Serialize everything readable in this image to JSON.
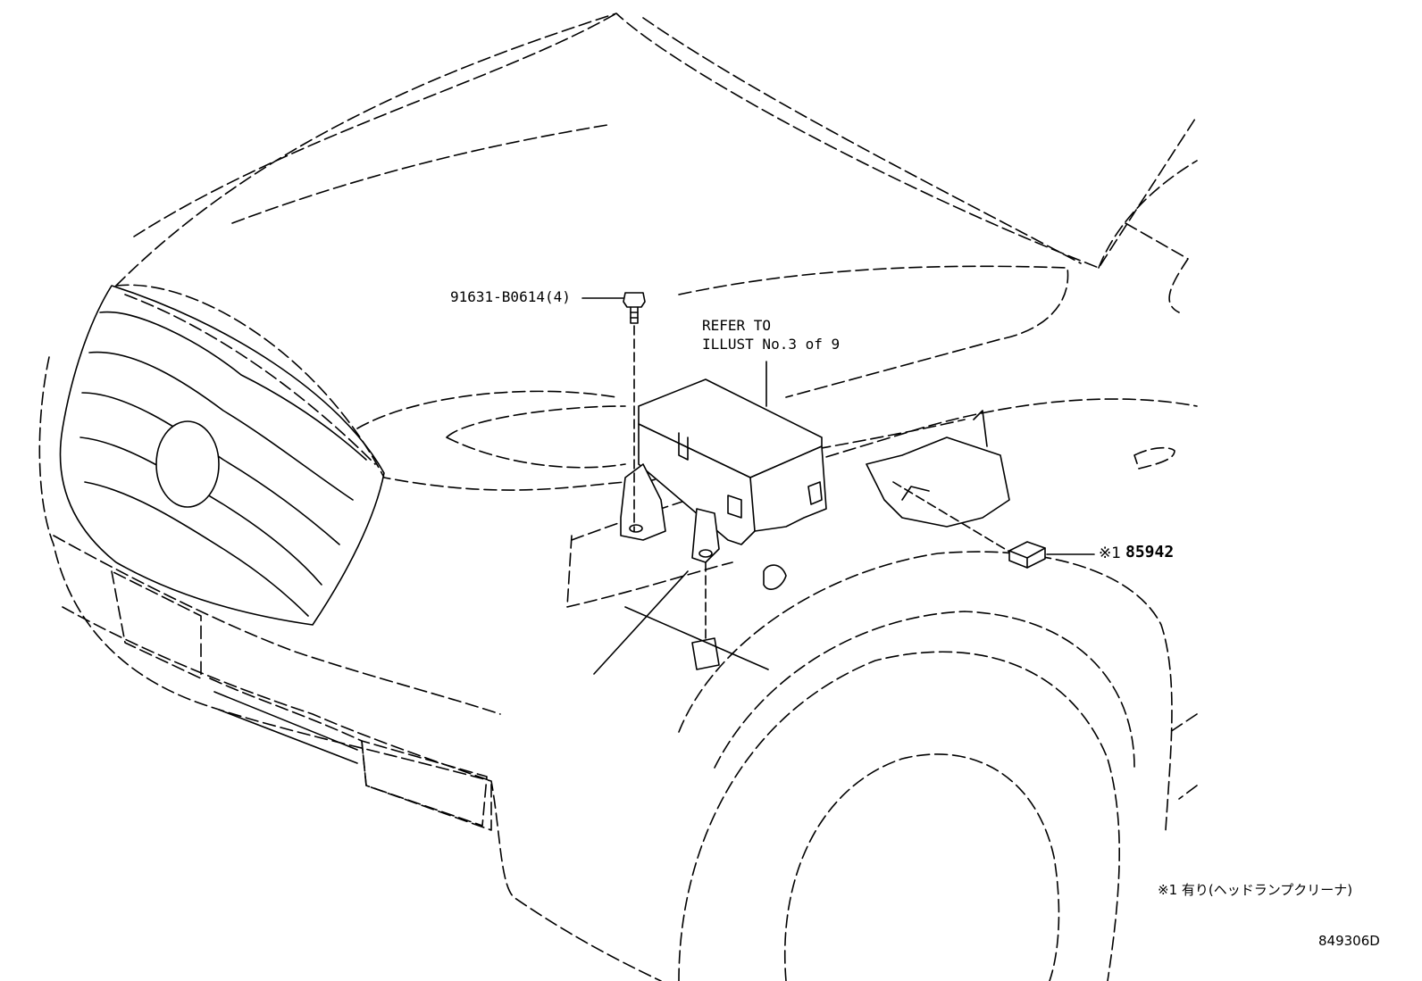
{
  "labels": {
    "bolt_part": "91631-B0614(4)",
    "refer_line1": "REFER TO",
    "refer_line2": "ILLUST No.3 of 9",
    "relay_mark": "※1",
    "relay_part": "85942",
    "footnote": "※1 有り(ヘッドランプクリーナ)",
    "illustration_id": "849306D"
  }
}
